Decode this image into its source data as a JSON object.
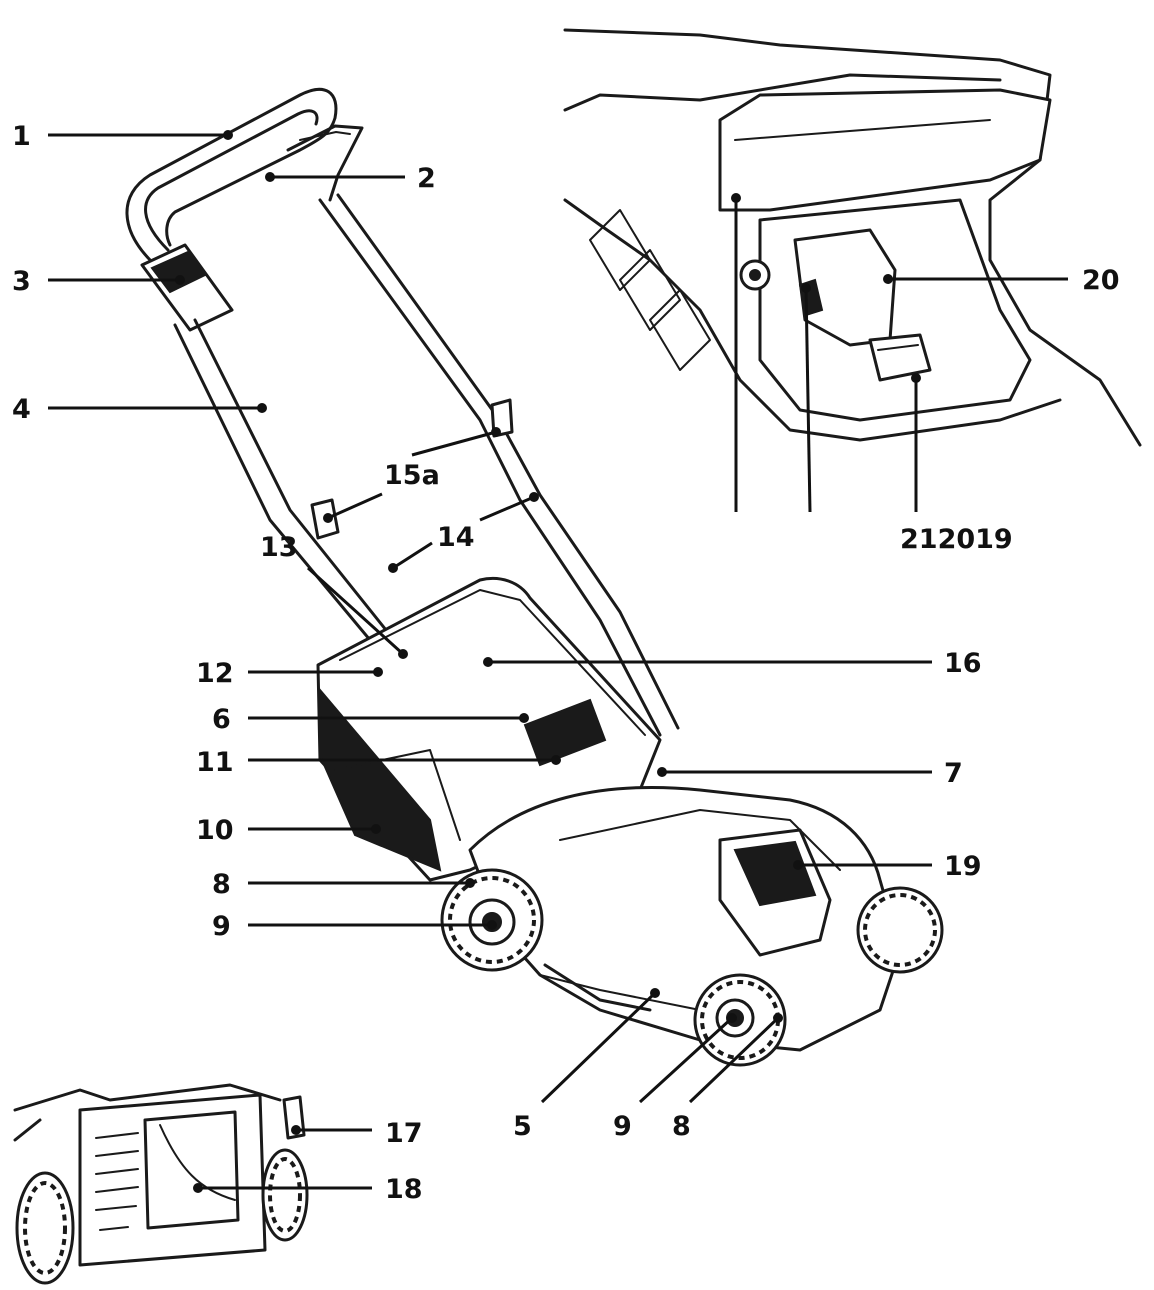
{
  "callouts": {
    "c1": "1",
    "c2": "2",
    "c3": "3",
    "c4": "4",
    "c5": "5",
    "c6": "6",
    "c7": "7",
    "c8_left": "8",
    "c8_front": "8",
    "c9_left": "9",
    "c9_front": "9",
    "c10": "10",
    "c11": "11",
    "c12": "12",
    "c13": "13",
    "c14": "14",
    "c15a": "15a",
    "c16": "16",
    "c17": "17",
    "c18": "18",
    "c19": "19",
    "c20": "20",
    "c21_22_19": "212019"
  }
}
